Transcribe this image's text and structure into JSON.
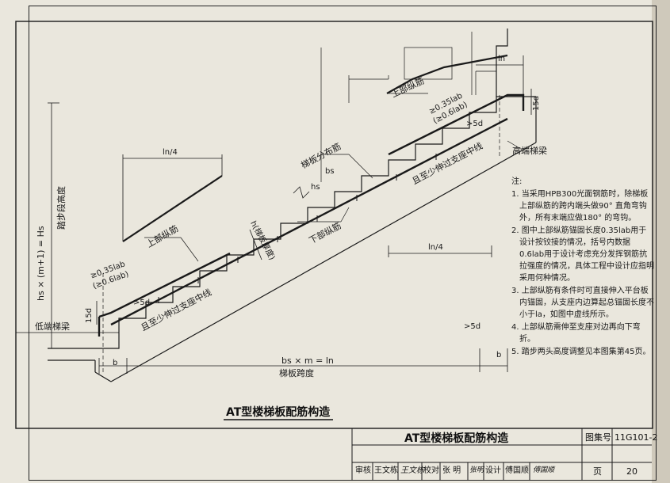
{
  "drawing": {
    "high_beam": "高端梯梁",
    "low_beam": "低端梯梁",
    "upper_rebar_top": "上部纵筋",
    "upper_rebar_left": "上部纵筋",
    "dist_rebar": "梯板分布筋",
    "lower_rebar": "下部纵筋",
    "slab_thickness": "h(梯板厚度)",
    "hs": "hs",
    "bs": "bs",
    "ln": "ln",
    "ln4_top": "ln/4",
    "ln4_bottom": "ln/4",
    "b_left": "b",
    "b_right": "b",
    "d15_top": "15d",
    "d15_left": "15d",
    "d5_top": ">5d",
    "d5_left": ">5d",
    "d5_bottom": ">5d",
    "anchor_top_a": "≥0.35lab",
    "anchor_top_b": "(≥0.6lab)",
    "anchor_left_a": "≥0.35lab",
    "anchor_left_b": "(≥0.6lab)",
    "support_top": "且至少伸过支座中线",
    "support_left": "且至少伸过支座中线",
    "span_formula": "bs × m = ln",
    "span_label": "梯板跨度",
    "height_formula": "hs × (m+1) = Hs",
    "height_label": "踏步段高度"
  },
  "caption": "AT型楼梯板配筋构造",
  "notes": {
    "title": "注:",
    "items": [
      "1. 当采用HPB300光面钢筋时，除梯板上部纵筋的跨内端头做90° 直角弯钩外，所有末端应做180° 的弯钩。",
      "2. 图中上部纵筋锚固长度0.35lab用于设计按铰接的情况，括号内数据0.6lab用于设计考虑充分发挥钢筋抗拉强度的情况，具体工程中设计应指明采用何种情况。",
      "3. 上部纵筋有条件时可直接伸入平台板内锚固，从支座内边算起总锚固长度不小于la，如图中虚线所示。",
      "4. 上部纵筋需伸至支座对边再向下弯折。",
      "5. 踏步两头高度调整见本图集第45页。"
    ]
  },
  "title_block": {
    "title": "AT型楼梯板配筋构造",
    "atlas_label": "图集号",
    "atlas_no": "11G101-2",
    "review_label": "审核",
    "review_name": "王文栋",
    "review_sig": "王文栋",
    "check_label": "校对",
    "check_name": "张 明",
    "check_sig": "张明",
    "design_label": "设计",
    "design_name": "傅国顺",
    "design_sig": "傅国顺",
    "page_label": "页",
    "page_no": "20"
  }
}
